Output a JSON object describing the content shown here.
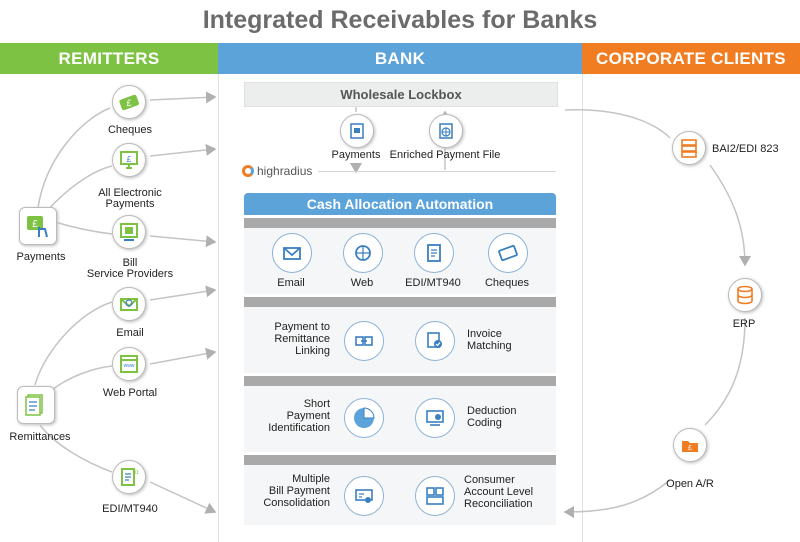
{
  "title": "Integrated Receivables for Banks",
  "headers": {
    "remitters": "REMITTERS",
    "bank": "BANK",
    "corporate": "CORPORATE CLIENTS"
  },
  "remitters": {
    "source_payments": "Payments",
    "source_remittances": "Remittances",
    "cheques": "Cheques",
    "electronic_1": "All Electronic",
    "electronic_2": "Payments",
    "bill_1": "Bill",
    "bill_2": "Service Providers",
    "email": "Email",
    "web_portal": "Web Portal",
    "edi": "EDI/MT940"
  },
  "bank": {
    "lockbox": "Wholesale Lockbox",
    "payments": "Payments",
    "enriched": "Enriched Payment File",
    "brand": "highradius",
    "caa": "Cash Allocation Automation",
    "channels": [
      "Email",
      "Web",
      "EDI/MT940",
      "Cheques"
    ],
    "f1a": [
      "Payment to",
      "Remittance",
      "Linking"
    ],
    "f1b": [
      "Invoice",
      "Matching"
    ],
    "f2a": [
      "Short",
      "Payment",
      "Identification"
    ],
    "f2b": [
      "Deduction",
      "Coding"
    ],
    "f3a": [
      "Multiple",
      "Bill Payment",
      "Consolidation"
    ],
    "f3b": [
      "Consumer",
      "Account Level",
      "Reconciliation"
    ]
  },
  "corporate": {
    "bai": "BAI2/EDI 823",
    "erp": "ERP",
    "open_ar": "Open A/R"
  },
  "colors": {
    "green": "#7dc242",
    "blue": "#5ba3d9",
    "orange": "#f07d22",
    "gray": "#a9a9a9",
    "icon_blue": "#3a7fc1"
  }
}
